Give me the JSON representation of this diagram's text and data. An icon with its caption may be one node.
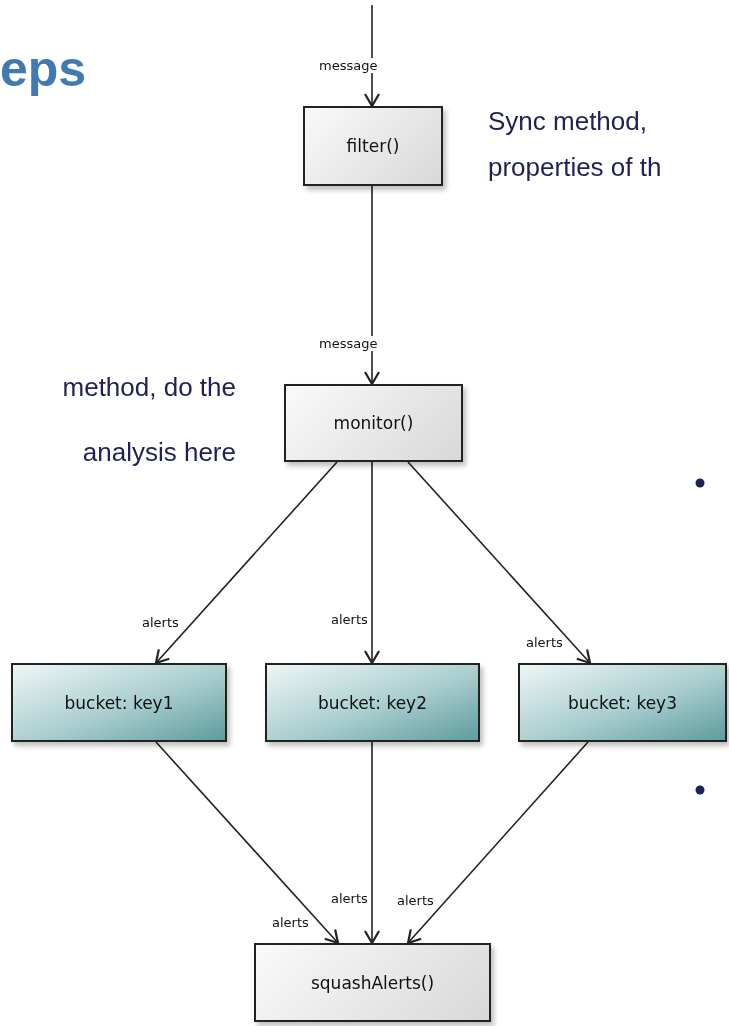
{
  "diagram": {
    "title": "eps",
    "nodes": [
      {
        "text": [
          "filter()"
        ]
      },
      {
        "text": [
          "monitor()"
        ]
      },
      {
        "text": [
          "bucket: key1"
        ]
      },
      {
        "text": [
          "bucket: key2"
        ]
      },
      {
        "text": [
          "bucket: key3"
        ]
      },
      {
        "text": [
          "squashAlerts()"
        ]
      }
    ],
    "edges": [
      {
        "from": null,
        "to": 0,
        "arrow": "to",
        "label": "message"
      },
      {
        "from": 0,
        "to": 1,
        "arrow": "to",
        "label": "message"
      },
      {
        "from": 1,
        "to": 2,
        "arrow": "to",
        "label": "alerts"
      },
      {
        "from": 1,
        "to": 3,
        "arrow": "to",
        "label": "alerts"
      },
      {
        "from": 1,
        "to": 4,
        "arrow": "to",
        "label": "alerts"
      },
      {
        "from": 2,
        "to": 5,
        "arrow": "to",
        "label": "alerts"
      },
      {
        "from": 3,
        "to": 5,
        "arrow": "to",
        "label": "alerts"
      },
      {
        "from": 4,
        "to": 5,
        "arrow": "to",
        "label": "alerts"
      }
    ],
    "labels": [
      "Sync method,",
      "properties of th",
      "method, do the",
      "analysis here"
    ]
  }
}
